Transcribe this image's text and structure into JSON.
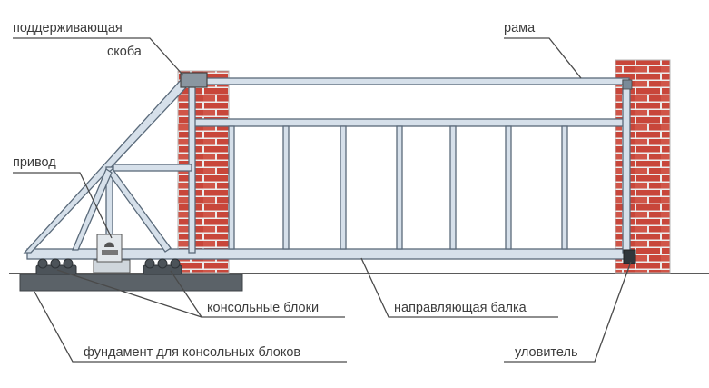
{
  "labels": {
    "support_bracket_line1": "поддерживающая",
    "support_bracket_line2": "скоба",
    "frame": "рама",
    "drive": "привод",
    "cantilever_blocks": "консольные блоки",
    "guide_beam": "направляющая балка",
    "foundation": "фундамент для консольных блоков",
    "catcher": "уловитель"
  },
  "colors": {
    "brick": "#c8463a",
    "brick_light": "#d9685a",
    "mortar": "#ececec",
    "frame_fill": "#d6e0ea",
    "frame_stroke": "#5a6a7a",
    "foundation": "#5b6268",
    "ground": "#5a5a5a",
    "leader": "#4a4a4a",
    "text": "#3c3c3c"
  }
}
